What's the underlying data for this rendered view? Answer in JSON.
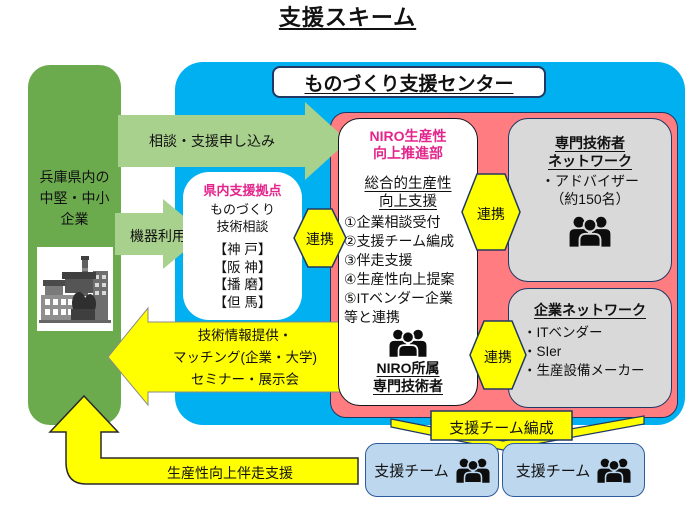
{
  "title": "支援スキーム",
  "center_label": "ものづくり支援センター",
  "company_box": {
    "label": "兵庫県内の\n中堅・中小\n企業"
  },
  "arrows": {
    "consult": "相談・支援申し込み",
    "equipment": "機器利用",
    "tech_info": "技術情報提供・\nマッチング(企業・大学)\nセミナー・展示会",
    "accompany": "生産性向上伴走支援",
    "team_formation": "支援チーム編成",
    "renkei": "連携"
  },
  "kennai_box": {
    "title": "県内支援拠点",
    "subtitle": "ものづくり\n技術相談",
    "locations": [
      "【神 戸】",
      "【阪 神】",
      "【播 磨】",
      "【但 馬】"
    ]
  },
  "niro_box": {
    "title": "NIRO生産性\n向上推進部",
    "subtitle": "総合的生産性\n向上支援",
    "items": [
      "①企業相談受付",
      "②支援チーム編成",
      "③伴走支援",
      "④生産性向上提案",
      "⑤ITベンダー企業",
      "等と連携"
    ],
    "staff": "NIRO所属\n専門技術者"
  },
  "expert_box": {
    "title": "専門技術者\nネットワーク",
    "detail": "・アドバイザー\n（約150名）"
  },
  "company_network_box": {
    "title": "企業ネットワーク",
    "items": [
      "・ITベンダー",
      "・SIer",
      "・生産設備メーカー"
    ]
  },
  "teams": [
    {
      "label": "支援チーム"
    },
    {
      "label": "支援チーム"
    }
  ],
  "colors": {
    "green": "#6BAB4D",
    "light_green_arrow": "#A9D18E",
    "blue": "#00B0F0",
    "pink": "#FF7C80",
    "yellow": "#FFFF00",
    "gray": "#D9D9D9",
    "magenta_accent": "#E4258C",
    "team_blue": "#BDD7EE",
    "border_navy": "#203864"
  }
}
